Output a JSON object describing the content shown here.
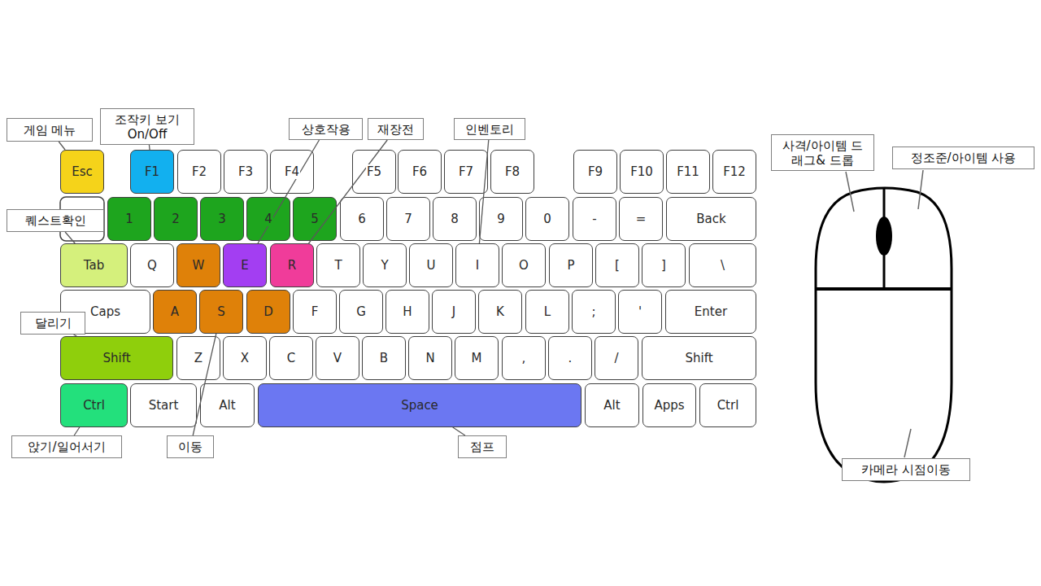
{
  "diagram": {
    "nodes": [
      {
        "text": [
          "게임 메뉴"
        ]
      },
      {
        "text": [
          "조작키 보기 On/Off"
        ]
      },
      {
        "text": [
          "상호작용"
        ]
      },
      {
        "text": [
          "재장전"
        ]
      },
      {
        "text": [
          "인벤토리"
        ]
      },
      {
        "text": [
          "사격/아이템 드래그& 드롭"
        ]
      },
      {
        "text": [
          "정조준/아이템 사용"
        ]
      },
      {
        "text": [
          "Esc"
        ]
      },
      {
        "text": [
          "F1"
        ]
      },
      {
        "text": [
          "F2"
        ]
      },
      {
        "text": [
          "F3"
        ]
      },
      {
        "text": [
          "F4"
        ]
      },
      {
        "text": [
          "F5"
        ]
      },
      {
        "text": [
          "F6"
        ]
      },
      {
        "text": [
          "F7"
        ]
      },
      {
        "text": [
          "F8"
        ]
      },
      {
        "text": [
          "F9"
        ]
      },
      {
        "text": [
          "F10"
        ]
      },
      {
        "text": [
          "F11"
        ]
      },
      {
        "text": [
          "F12"
        ]
      },
      {
        "text": [
          "1"
        ]
      },
      {
        "text": [
          "2"
        ]
      },
      {
        "text": [
          "3"
        ]
      },
      {
        "text": [
          "4"
        ]
      },
      {
        "text": [
          "5"
        ]
      },
      {
        "text": [
          "6"
        ]
      },
      {
        "text": [
          "7"
        ]
      },
      {
        "text": [
          "8"
        ]
      },
      {
        "text": [
          "9"
        ]
      },
      {
        "text": [
          "0"
        ]
      },
      {
        "text": [
          "-"
        ]
      },
      {
        "text": [
          "="
        ]
      },
      {
        "text": [
          "Back"
        ]
      },
      {
        "text": [
          "퀘스트확인"
        ]
      },
      {
        "text": [
          "Tab"
        ]
      },
      {
        "text": [
          "Q"
        ]
      },
      {
        "text": [
          "W"
        ]
      },
      {
        "text": [
          "E"
        ]
      },
      {
        "text": [
          "R"
        ]
      },
      {
        "text": [
          "T"
        ]
      },
      {
        "text": [
          "Y"
        ]
      },
      {
        "text": [
          "U"
        ]
      },
      {
        "text": [
          "I"
        ]
      },
      {
        "text": [
          "O"
        ]
      },
      {
        "text": [
          "P"
        ]
      },
      {
        "text": [
          "["
        ]
      },
      {
        "text": [
          "]"
        ]
      },
      {
        "text": [
          "\\"
        ]
      },
      {
        "text": [
          "Caps"
        ]
      },
      {
        "text": [
          "A"
        ]
      },
      {
        "text": [
          "S"
        ]
      },
      {
        "text": [
          "D"
        ]
      },
      {
        "text": [
          "F"
        ]
      },
      {
        "text": [
          "G"
        ]
      },
      {
        "text": [
          "H"
        ]
      },
      {
        "text": [
          "J"
        ]
      },
      {
        "text": [
          "K"
        ]
      },
      {
        "text": [
          "L"
        ]
      },
      {
        "text": [
          ";"
        ]
      },
      {
        "text": [
          "'"
        ]
      },
      {
        "text": [
          "Enter"
        ]
      },
      {
        "text": [
          "달리기"
        ]
      },
      {
        "text": [
          "Shift"
        ]
      },
      {
        "text": [
          "Z"
        ]
      },
      {
        "text": [
          "X"
        ]
      },
      {
        "text": [
          "C"
        ]
      },
      {
        "text": [
          "V"
        ]
      },
      {
        "text": [
          "B"
        ]
      },
      {
        "text": [
          "N"
        ]
      },
      {
        "text": [
          "M"
        ]
      },
      {
        "text": [
          ","
        ]
      },
      {
        "text": [
          "."
        ]
      },
      {
        "text": [
          "/"
        ]
      },
      {
        "text": [
          "Shift"
        ]
      },
      {
        "text": [
          "Ctrl"
        ]
      },
      {
        "text": [
          "Start"
        ]
      },
      {
        "text": [
          "Alt"
        ]
      },
      {
        "text": [
          "Space"
        ]
      },
      {
        "text": [
          "Alt"
        ]
      },
      {
        "text": [
          "Apps"
        ]
      },
      {
        "text": [
          "Ctrl"
        ]
      },
      {
        "text": [
          "앉기/일어서기"
        ]
      },
      {
        "text": [
          "이동"
        ]
      },
      {
        "text": [
          "점프"
        ]
      },
      {
        "text": [
          "카메라 시점이동"
        ]
      }
    ],
    "edges": [
      {
        "from": 0,
        "to": 7,
        "arrow": "none"
      },
      {
        "from": 1,
        "to": 8,
        "arrow": "none"
      },
      {
        "from": 2,
        "to": 37,
        "arrow": "none"
      },
      {
        "from": 3,
        "to": 38,
        "arrow": "none"
      },
      {
        "from": 4,
        "to": 42,
        "arrow": "none"
      },
      {
        "from": 33,
        "to": 34,
        "arrow": "none"
      },
      {
        "from": 61,
        "to": 62,
        "arrow": "none"
      },
      {
        "from": 81,
        "to": 74,
        "arrow": "none"
      },
      {
        "from": 82,
        "to": 50,
        "arrow": "none"
      },
      {
        "from": 83,
        "to": 77,
        "arrow": "none"
      }
    ]
  }
}
